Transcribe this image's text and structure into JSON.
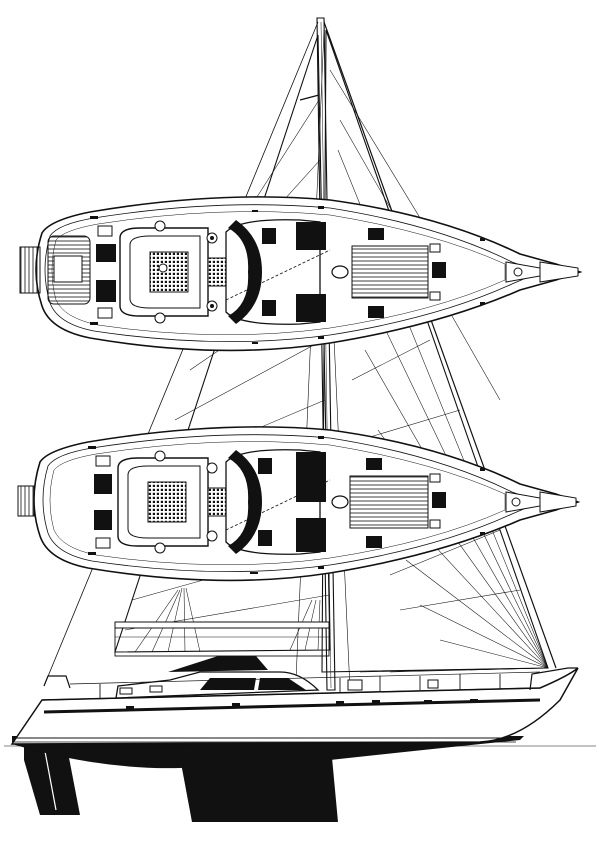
{
  "drawing": {
    "views": [
      {
        "id": "deck-plan-aft-cockpit"
      },
      {
        "id": "deck-plan-center-cockpit"
      },
      {
        "id": "sail-plan-profile"
      }
    ],
    "colors": {
      "ink": "#111111",
      "paper": "#ffffff",
      "teak": "#555555"
    }
  }
}
